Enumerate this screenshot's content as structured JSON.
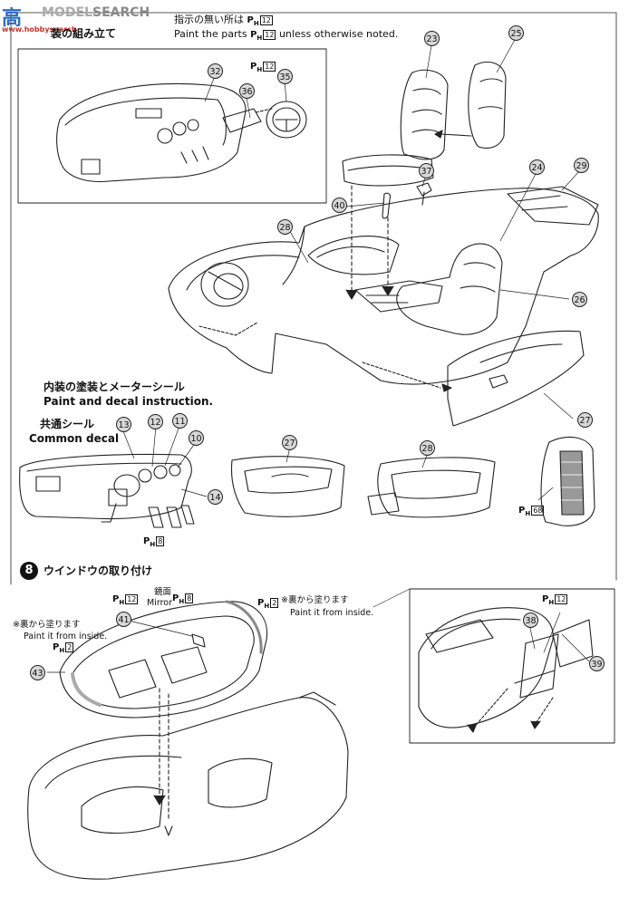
{
  "watermark": {
    "logo_text": "高",
    "brand_a": "MODEL",
    "brand_b": "SEARCH",
    "url": "www.hobbysearch"
  },
  "top_note": {
    "jp": "指示の無い所は",
    "en_a": "Paint the parts",
    "en_b": "unless otherwise noted.",
    "ph": "12"
  },
  "step7_title_suffix": "装の組み立て",
  "interior_paint": {
    "jp": "内装の塗装とメーターシール",
    "en": "Paint and decal instruction."
  },
  "common_decal": {
    "jp": "共通シール",
    "en": "Common decal"
  },
  "ph_labels": {
    "a": "12",
    "b": "8",
    "c": "68",
    "d": "12",
    "e": "8",
    "f": "2",
    "g": "2",
    "h": "12"
  },
  "step8": {
    "number": "8",
    "title": "ウインドウの取り付け"
  },
  "mirror": {
    "jp": "鏡面",
    "en": "Mirror"
  },
  "paint_inside_1": {
    "jp": "※裏から塗ります",
    "en": "Paint it from inside."
  },
  "paint_inside_2": {
    "jp": "※裏から塗ります",
    "en": "Paint it from inside."
  },
  "callouts": [
    "32",
    "36",
    "35",
    "23",
    "25",
    "24",
    "29",
    "37",
    "40",
    "28",
    "26",
    "27",
    "13",
    "12",
    "11",
    "10",
    "14",
    "27",
    "28",
    "41",
    "43",
    "38",
    "39"
  ],
  "ph_prefix": "P",
  "ph_sub": "H"
}
